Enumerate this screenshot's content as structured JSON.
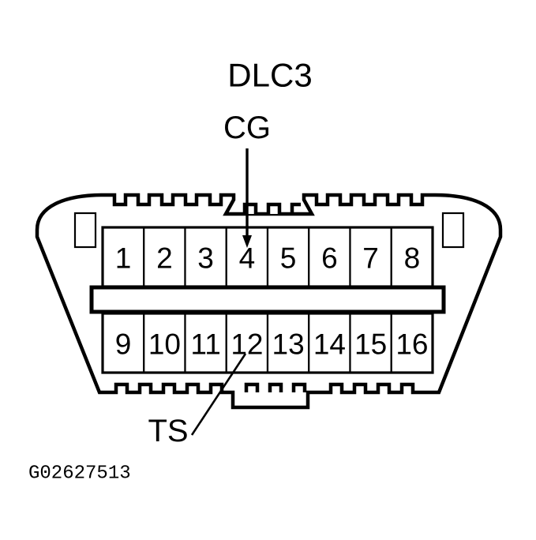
{
  "diagram": {
    "title": "DLC3",
    "id_code": "G02627513",
    "labels": {
      "cg": "CG",
      "ts": "TS"
    },
    "colors": {
      "background": "#ffffff",
      "stroke": "#000000"
    },
    "connector": {
      "type": "obd2-dlc3-connector",
      "pin_count": 16,
      "top_row": [
        "1",
        "2",
        "3",
        "4",
        "5",
        "6",
        "7",
        "8"
      ],
      "bottom_row": [
        "9",
        "10",
        "11",
        "12",
        "13",
        "14",
        "15",
        "16"
      ]
    },
    "callouts": [
      {
        "label": "CG",
        "target_pin": "4",
        "row": "top"
      },
      {
        "label": "TS",
        "target_pin": "12",
        "row": "bottom"
      }
    ]
  }
}
